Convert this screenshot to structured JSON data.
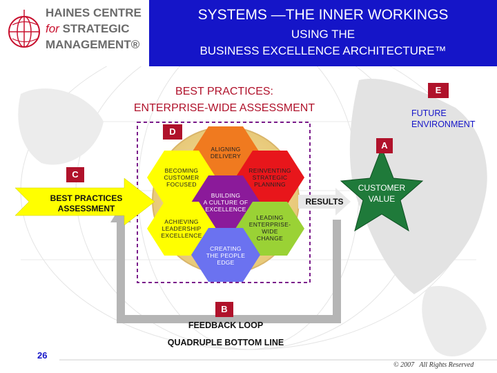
{
  "logo": {
    "line1": "HAINES CENTRE",
    "line2_a": "for",
    "line2_b": "STRATEGIC",
    "line3": "MANAGEMENT®"
  },
  "header": {
    "title": "SYSTEMS —THE INNER WORKINGS",
    "subtitle1": "USING THE",
    "subtitle2": "BUSINESS EXCELLENCE ARCHITECTURE™"
  },
  "main": {
    "best_practices_line1": "BEST PRACTICES:",
    "best_practices_line2": "ENTERPRISE-WIDE ASSESSMENT"
  },
  "labels": {
    "a": "A",
    "b": "B",
    "c": "C",
    "d": "D",
    "e": "E"
  },
  "future": {
    "line1": "FUTURE",
    "line2": "ENVIRONMENT"
  },
  "assessment": {
    "line1": "BEST PRACTICES",
    "line2": "ASSESSMENT"
  },
  "results": "RESULTS",
  "customer_value": {
    "line1": "CUSTOMER",
    "line2": "VALUE"
  },
  "feedback": {
    "line1": "FEEDBACK LOOP",
    "line2": "QUADRUPLE BOTTOM LINE"
  },
  "hexagons": {
    "aligning": {
      "l1": "ALIGNING",
      "l2": "DELIVERY"
    },
    "becoming": {
      "l1": "BECOMING",
      "l2": "CUSTOMER",
      "l3": "FOCUSED"
    },
    "reinventing": {
      "l1": "REINVENTING",
      "l2": "STRATEGIC",
      "l3": "PLANNING"
    },
    "building": {
      "l1": "BUILDING",
      "l2": "A CULTURE OF",
      "l3": "EXCELLENCE"
    },
    "achieving": {
      "l1": "ACHIEVING",
      "l2": "LEADERSHIP",
      "l3": "EXCELLENCE"
    },
    "leading": {
      "l1": "LEADING",
      "l2": "ENTERPRISE-",
      "l3": "WIDE",
      "l4": "CHANGE"
    },
    "creating": {
      "l1": "CREATING",
      "l2": "THE PEOPLE",
      "l3": "EDGE"
    }
  },
  "footer": {
    "page_number": "26",
    "copyright": "© 2007   All Rights Reserved"
  },
  "colors": {
    "header_blue": "#1515c8",
    "brand_red": "#b0122b",
    "hex_orange": "#f07a1f",
    "hex_yellow": "#ffff00",
    "hex_red": "#e8161b",
    "hex_purple": "#8b1a9a",
    "hex_green": "#9ad235",
    "hex_blue": "#6b72f0",
    "star_green": "#1f7a3a"
  }
}
